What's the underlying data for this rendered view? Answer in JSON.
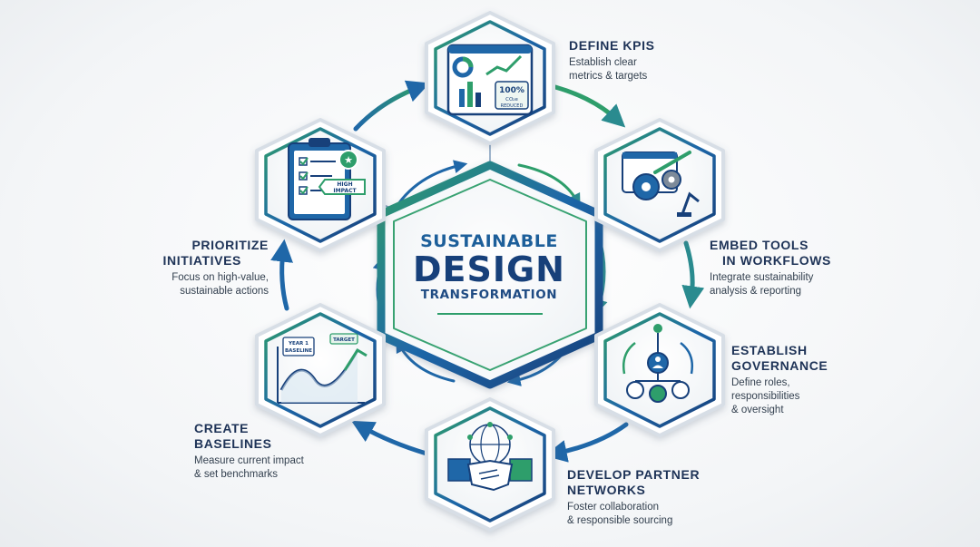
{
  "hub": {
    "line1": "SUSTAINABLE",
    "line2": "DESIGN",
    "line3": "TRANSFORMATION"
  },
  "steps": [
    {
      "title": "DEFINE KPIs",
      "desc": [
        "Establish clear",
        "metrics & targets"
      ],
      "icon": "kpi-dashboard-icon",
      "icon_text": [
        "100%",
        "CO₂e",
        "REDUCED"
      ]
    },
    {
      "title": "EMBED TOOLS\nIN WORKFLOWS",
      "desc": [
        "Integrate sustainability",
        "analysis & reporting"
      ],
      "icon": "gears-workflow-icon"
    },
    {
      "title": "ESTABLISH\nGOVERNANCE",
      "desc": [
        "Define roles,",
        "responsibilities",
        "& oversight"
      ],
      "icon": "org-chart-icon"
    },
    {
      "title": "DEVELOP PARTNER\nNETWORKS",
      "desc": [
        "Foster collaboration",
        "& responsible sourcing"
      ],
      "icon": "handshake-network-icon"
    },
    {
      "title": "CREATE\nBASELINES",
      "desc": [
        "Measure current impact",
        "& set benchmarks"
      ],
      "icon": "baseline-chart-icon",
      "icon_text": [
        "YEAR 1",
        "BASELINE",
        "TARGET"
      ]
    },
    {
      "title": "PRIORITIZE\nINITIATIVES",
      "desc": [
        "Focus on high-value,",
        "sustainable actions"
      ],
      "icon": "clipboard-checklist-icon",
      "icon_text": [
        "HIGH",
        "IMPACT"
      ]
    }
  ],
  "colors": {
    "navy": "#17407a",
    "blue": "#1f67a8",
    "green": "#2e9e6b",
    "teal": "#2a8b8f"
  }
}
